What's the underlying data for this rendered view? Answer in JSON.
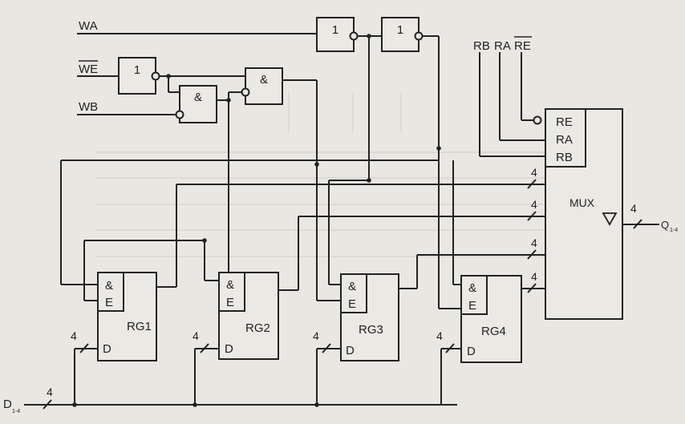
{
  "inputs": {
    "wa": "WA",
    "we": "WE",
    "wb": "WB",
    "data_in": "D",
    "data_in_sub": "1-4",
    "rb": "RB",
    "ra": "RA",
    "re": "RE"
  },
  "gates": {
    "not_we": "1",
    "and_1": "&",
    "and_2": "&",
    "not_wa_1": "1",
    "not_wa_2": "1"
  },
  "registers": [
    {
      "name": "RG1",
      "and_label": "&",
      "enable_label": "E",
      "data_label": "D",
      "bus_width": "4"
    },
    {
      "name": "RG2",
      "and_label": "&",
      "enable_label": "E",
      "data_label": "D",
      "bus_width": "4"
    },
    {
      "name": "RG3",
      "and_label": "&",
      "enable_label": "E",
      "data_label": "D",
      "bus_width": "4"
    },
    {
      "name": "RG4",
      "and_label": "&",
      "enable_label": "E",
      "data_label": "D",
      "bus_width": "4"
    }
  ],
  "mux": {
    "name": "MUX",
    "re": "RE",
    "ra": "RA",
    "rb": "RB",
    "input_widths": [
      "4",
      "4",
      "4",
      "4"
    ],
    "output_width": "4",
    "output": "Q",
    "output_sub": "1-4"
  },
  "bus_in_width": "4",
  "colors": {
    "paper": "#e9e7e2",
    "ink": "#222222"
  }
}
